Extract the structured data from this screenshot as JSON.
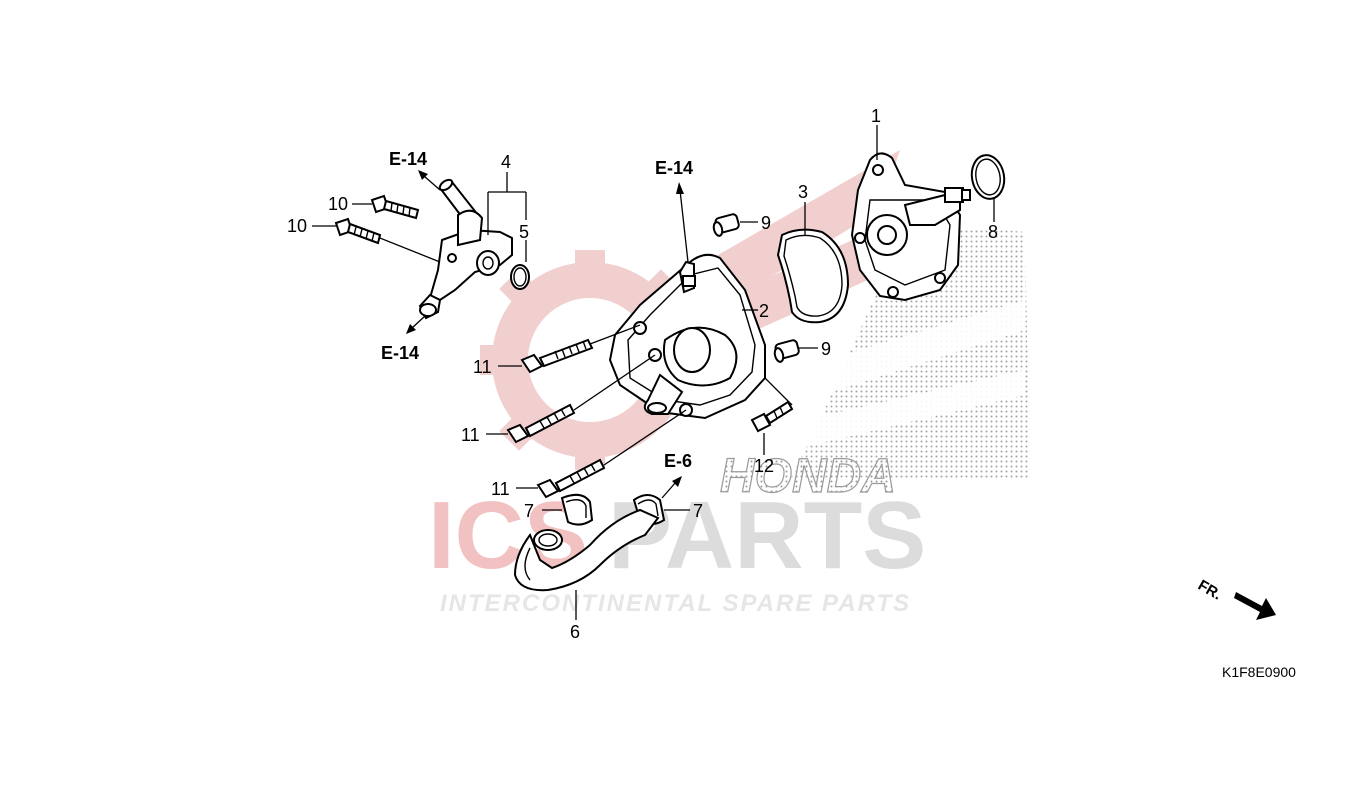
{
  "watermark": {
    "brand_left": "ICS",
    "brand_right": "PARTS",
    "tagline": "INTERCONTINENTAL SPARE PARTS",
    "logo_text": "HONDA",
    "colors": {
      "red": "#e8a8a8",
      "red_text": "#f0b0b0",
      "grey": "#d6d6d6",
      "dots": "#9a9a9a"
    }
  },
  "callouts": {
    "c1": "1",
    "c2": "2",
    "c3": "3",
    "c4": "4",
    "c5": "5",
    "c6": "6",
    "c7a": "7",
    "c7b": "7",
    "c8": "8",
    "c9a": "9",
    "c9b": "9",
    "c10a": "10",
    "c10b": "10",
    "c11a": "11",
    "c11b": "11",
    "c11c": "11",
    "c12": "12"
  },
  "references": {
    "e14_left_top": "E-14",
    "e14_left_bottom": "E-14",
    "e14_center": "E-14",
    "e6": "E-6"
  },
  "direction_label": "FR.",
  "diagram_code": "K1F8E0900"
}
